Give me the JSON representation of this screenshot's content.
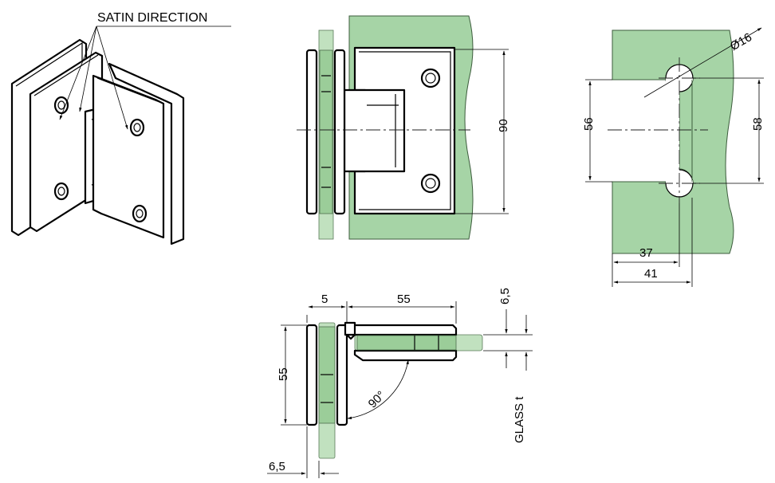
{
  "annotations": {
    "satin_direction": "SATIN DIRECTION",
    "glass_t": "GLASS t",
    "diameter": "Ø16",
    "angle": "90°"
  },
  "dimensions": {
    "front_height": "90",
    "cutout_56": "56",
    "cutout_58": "58",
    "cutout_37": "37",
    "cutout_41": "41",
    "top_5": "5",
    "top_55_h": "55",
    "top_6_5_r": "6,5",
    "top_55_v": "55",
    "top_6_5_b": "6,5"
  },
  "colors": {
    "glass": "#b6dcb4",
    "wall": "#a6d4a6",
    "line": "#000000"
  }
}
